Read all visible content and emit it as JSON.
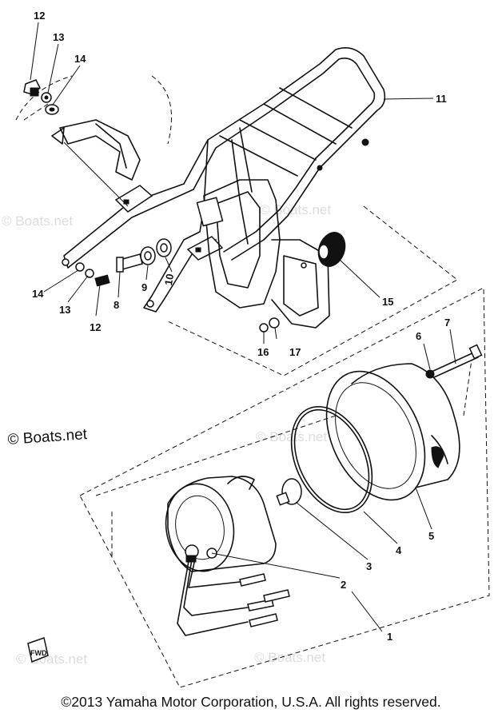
{
  "watermarks": {
    "small": "© Boats.net",
    "prominent": "© Boats.net"
  },
  "copyright": "©2013 Yamaha Motor Corporation, U.S.A. All rights reserved.",
  "fwd_label": "FWD",
  "callouts": [
    {
      "id": "12-top",
      "text": "12"
    },
    {
      "id": "13-top",
      "text": "13"
    },
    {
      "id": "14-top",
      "text": "14"
    },
    {
      "id": "11",
      "text": "11"
    },
    {
      "id": "14-bot",
      "text": "14"
    },
    {
      "id": "13-bot",
      "text": "13"
    },
    {
      "id": "12-bot",
      "text": "12"
    },
    {
      "id": "8",
      "text": "8"
    },
    {
      "id": "9",
      "text": "9"
    },
    {
      "id": "10",
      "text": "10"
    },
    {
      "id": "15",
      "text": "15"
    },
    {
      "id": "16",
      "text": "16"
    },
    {
      "id": "17",
      "text": "17"
    },
    {
      "id": "6",
      "text": "6"
    },
    {
      "id": "7",
      "text": "7"
    },
    {
      "id": "5",
      "text": "5"
    },
    {
      "id": "4",
      "text": "4"
    },
    {
      "id": "3",
      "text": "3"
    },
    {
      "id": "2",
      "text": "2"
    },
    {
      "id": "1",
      "text": "1"
    }
  ]
}
